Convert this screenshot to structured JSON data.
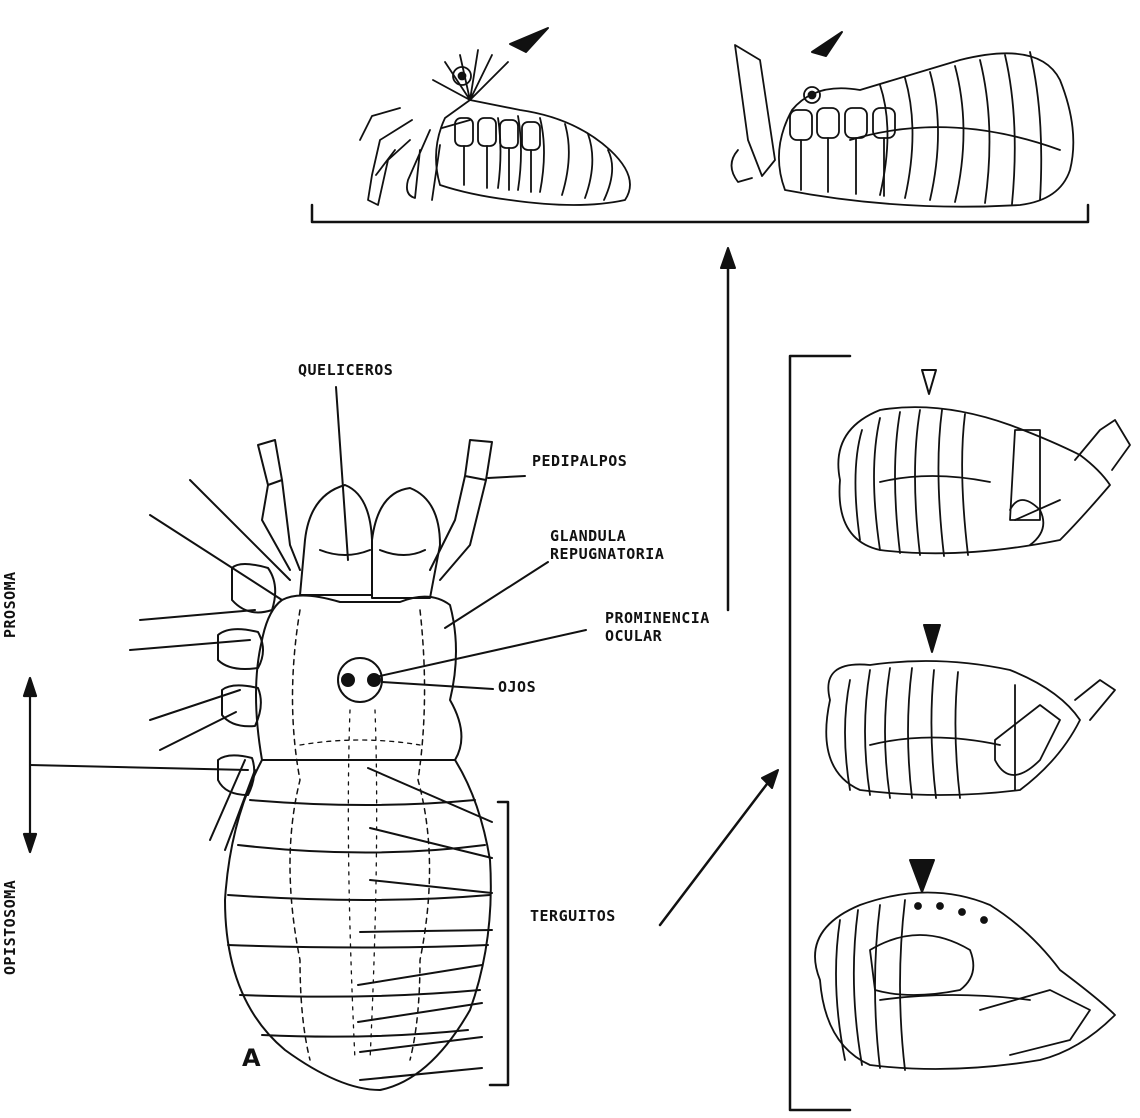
{
  "labels": {
    "queliceros": "QUELICEROS",
    "pedipalpos": "PEDIPALPOS",
    "glandula_1": "GLANDULA",
    "glandula_2": "REPUGNATORIA",
    "prominencia_1": "PROMINENCIA",
    "prominencia_2": "OCULAR",
    "ojos": "OJOS",
    "terguitos": "TERGUITOS",
    "prosoma": "PROSOMA",
    "opistosoma": "OPISTOSOMA",
    "panel_a": "A"
  },
  "colors": {
    "ink": "#111111",
    "paper": "#ffffff"
  }
}
